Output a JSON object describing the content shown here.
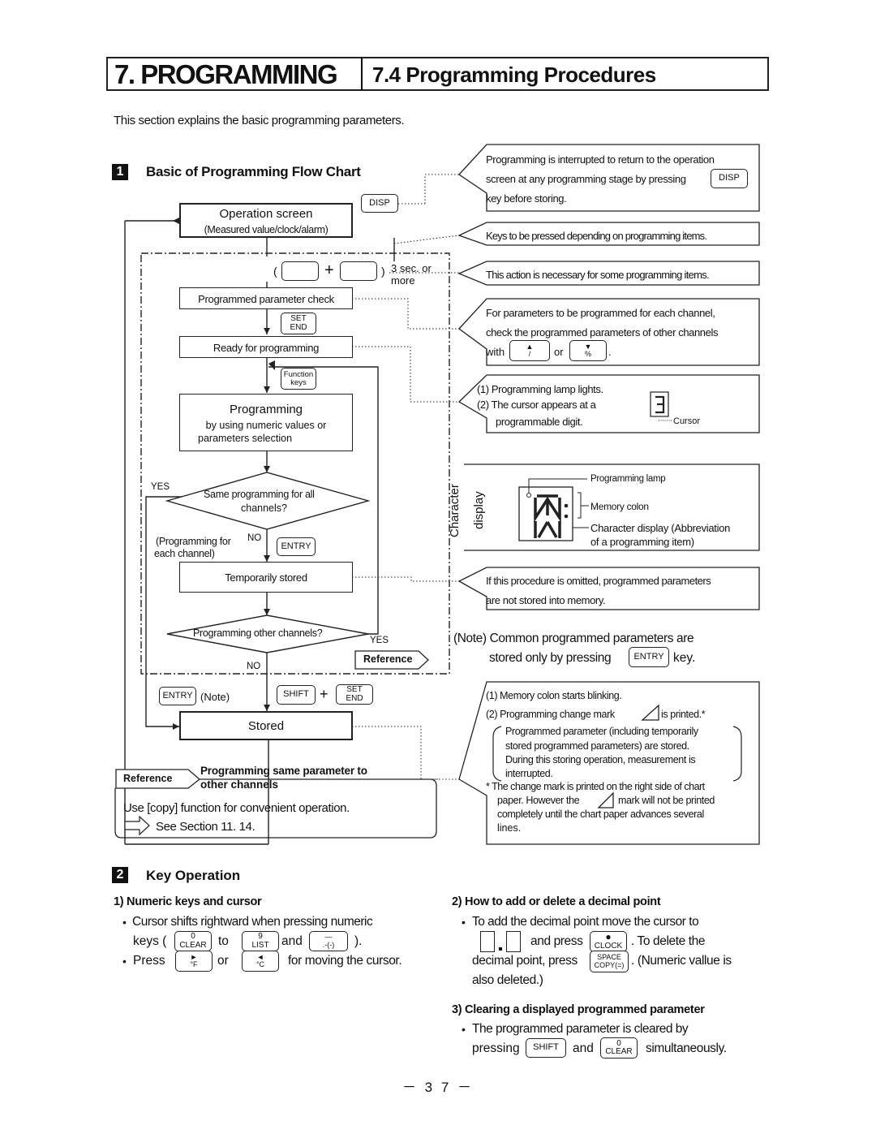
{
  "header": {
    "chapter": "7. PROGRAMMING",
    "section": "7.4 Programming Procedures"
  },
  "intro": "This section explains the basic programming parameters.",
  "s1": {
    "num": "1",
    "title": "Basic of Programming Flow Chart"
  },
  "flow": {
    "op_screen": "Operation screen",
    "op_sub": "(Measured value/clock/alarm)",
    "disp_key": "DISP",
    "plus": "+",
    "paren_l": "(",
    "paren_r": ")",
    "three_sec": "3 sec. or",
    "more": "more",
    "param_check": "Programmed parameter check",
    "set_key": "SET",
    "end_key": "END",
    "ready": "Ready for programming",
    "function_key": "Function",
    "keys_key": "keys",
    "programming": "Programming",
    "prog_sub1": "by using numeric values or",
    "prog_sub2": "parameters selection",
    "yes1": "YES",
    "same_q1": "Same programming for all",
    "same_q2": "channels?",
    "prog_each1": "(Programming for",
    "prog_each2": "each channel)",
    "no1": "NO",
    "entry_key": "ENTRY",
    "temp_stored": "Temporarily stored",
    "other_q": "Programming other channels?",
    "yes2": "YES",
    "no2": "NO",
    "reference": "Reference",
    "note_label": "(Note)",
    "shift_key": "SHIFT",
    "stored": "Stored"
  },
  "ref_box": {
    "label": "Reference",
    "title1": "Programming same parameter to",
    "title2": "other channels",
    "line1": "Use [copy] function for convenient operation.",
    "line2": "See Section 11. 14."
  },
  "notes": {
    "n1a": "Programming is interrupted to return to the operation",
    "n1b": "screen at any programming stage by pressing",
    "n1c": "key before storing.",
    "n2": "Keys to be pressed depending on programming items.",
    "n3": "This action is necessary for some programming items.",
    "n4a": "For parameters to be programmed for each channel,",
    "n4b": "check the programmed parameters of other channels",
    "n4c": "with",
    "n4d": "or",
    "n4e": ".",
    "n5a": "(1) Programming lamp lights.",
    "n5b": "(2) The cursor appears at a",
    "n5c": "programmable digit.",
    "n5d": "Cursor",
    "char_display1": "Character",
    "char_display2": "display",
    "lamp": "Programming lamp",
    "colon": "Memory colon",
    "abbr1": "Character  display  (Abbreviation",
    "abbr2": "of a programming item)",
    "n6a": "If  this  procedure  is  omitted,  programmed  parameters",
    "n6b": "are not stored into memory.",
    "common1": "(Note) Common programmed parameters are",
    "common2": "stored only by pressing",
    "common3": "key.",
    "m1": "(1) Memory colon starts blinking.",
    "m2": "(2) Programming change mark",
    "m2b": "is printed.*",
    "m3": "Programmed parameter (including temporarily",
    "m4": "stored programmed parameters) are stored.",
    "m5": "During this storing operation, measurement is",
    "m6": "interrupted.",
    "m7": "* The change mark is printed on the right side of chart",
    "m8": "paper. However the",
    "m8b": "mark will not be printed",
    "m9": "completely until the chart paper advances several",
    "m10": "lines."
  },
  "s2": {
    "num": "2",
    "title": "Key Operation"
  },
  "keyop": {
    "h1": "1) Numeric keys and cursor",
    "b1": "Cursor shifts rightward when pressing numeric",
    "keys_word": "keys (",
    "to": "to",
    "and": "and",
    "close": ").",
    "press": "Press",
    "or": "or",
    "moving": "for moving the cursor.",
    "k0a": "0",
    "k0b": "CLEAR",
    "k9a": "9",
    "k9b": "LIST",
    "kma": "—",
    "kmb": ".-(-)",
    "kfa": "►",
    "kfb": "°F",
    "kca": "◄",
    "kcb": "°C",
    "h2": "2) How to add or delete a decimal point",
    "d1": "To add the decimal point move the cursor to",
    "d2": "and press",
    "d3": ". To delete the",
    "d4": "decimal point, press",
    "d5": ". (Numeric vallue is",
    "d6": "also deleted.)",
    "clock": "CLOCK",
    "space": "SPACE",
    "copy": "COPY(=)",
    "h3": "3) Clearing a displayed programmed parameter",
    "c1": "The programmed parameter is cleared by",
    "c2": "pressing",
    "c3": "and",
    "c4": "simultaneously.",
    "bullet": "•"
  },
  "page": "－ 3 7 －"
}
